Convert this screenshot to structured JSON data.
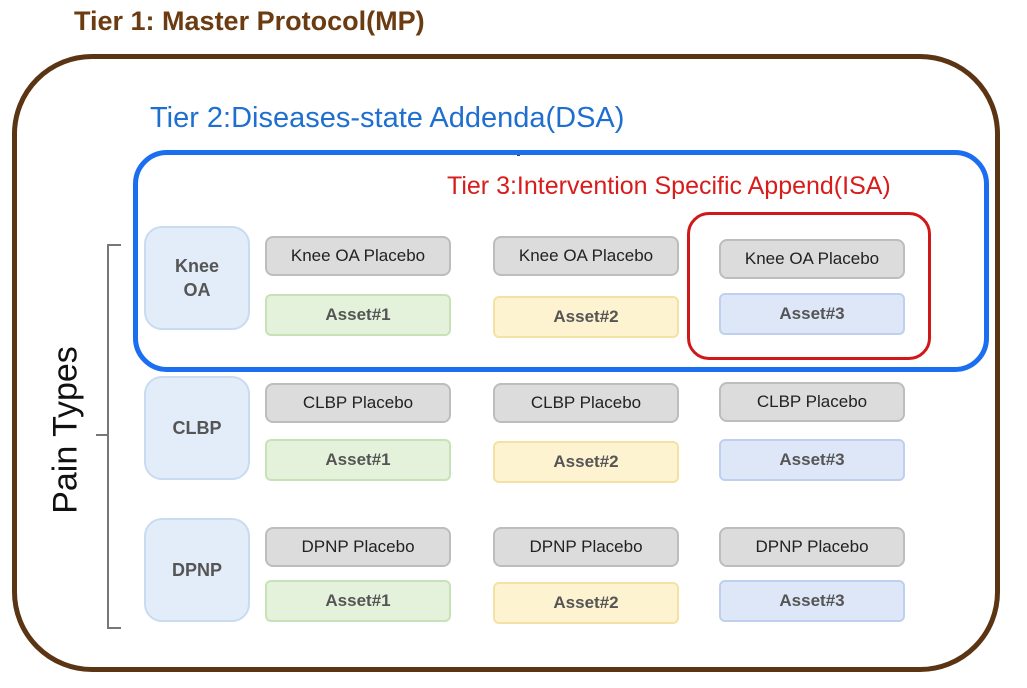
{
  "tier1": {
    "title": "Tier 1: Master Protocol(MP)"
  },
  "tier2": {
    "title": "Tier 2:Diseases-state Addenda(DSA)"
  },
  "tier3": {
    "title": "Tier 3:Intervention Specific Append(ISA)"
  },
  "pain_types_label": "Pain Types",
  "rows": [
    {
      "type": "Knee\nOA",
      "placebos": [
        "Knee OA Placebo",
        "Knee OA Placebo",
        "Knee OA Placebo"
      ],
      "assets": [
        "Asset#1",
        "Asset#2",
        "Asset#3"
      ]
    },
    {
      "type": "CLBP",
      "placebos": [
        "CLBP Placebo",
        "CLBP Placebo",
        "CLBP Placebo"
      ],
      "assets": [
        "Asset#1",
        "Asset#2",
        "Asset#3"
      ]
    },
    {
      "type": "DPNP",
      "placebos": [
        "DPNP Placebo",
        "DPNP Placebo",
        "DPNP Placebo"
      ],
      "assets": [
        "Asset#1",
        "Asset#2",
        "Asset#3"
      ]
    }
  ],
  "colors": {
    "tier1": "#5a3413",
    "tier2": "#1b6ef0",
    "tier3": "#d01818",
    "asset1": "#e4f2dc",
    "asset2": "#fdf3d0",
    "asset3": "#dde7f7"
  }
}
